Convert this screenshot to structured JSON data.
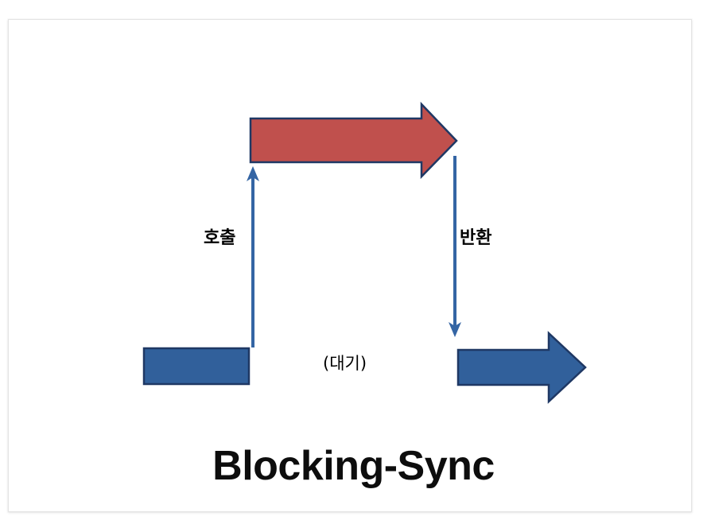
{
  "diagram": {
    "title": "Blocking-Sync",
    "type": "sequence-flow-diagram",
    "background_color": "#FFFFFF",
    "colors": {
      "red_fill": "#C0504D",
      "blue_fill": "#31609B",
      "shape_outline": "#1F3864",
      "connector_blue": "#3465A4",
      "text_color": "#000000",
      "frame_border": "#E4E4E4"
    },
    "shapes": [
      {
        "id": "caller-bar",
        "name": "caller-block",
        "kind": "rectangle",
        "fill": "#31609B",
        "stroke": "#1F3864",
        "label": ""
      },
      {
        "id": "callee-arrow",
        "name": "callee-execution-arrow",
        "kind": "block-arrow-right",
        "fill": "#C0504D",
        "stroke": "#1F3864",
        "label": ""
      },
      {
        "id": "resume-arrow",
        "name": "caller-resume-arrow",
        "kind": "block-arrow-right",
        "fill": "#31609B",
        "stroke": "#1F3864",
        "label": ""
      }
    ],
    "connectors": [
      {
        "id": "call-connector",
        "name": "call-up-arrow",
        "direction": "up",
        "color": "#3465A4",
        "label": "호출"
      },
      {
        "id": "return-connector",
        "name": "return-down-arrow",
        "direction": "down",
        "color": "#3465A4",
        "label": "반환"
      }
    ],
    "labels": {
      "call": "호출",
      "return": "반환",
      "waiting": "(대기)"
    }
  }
}
